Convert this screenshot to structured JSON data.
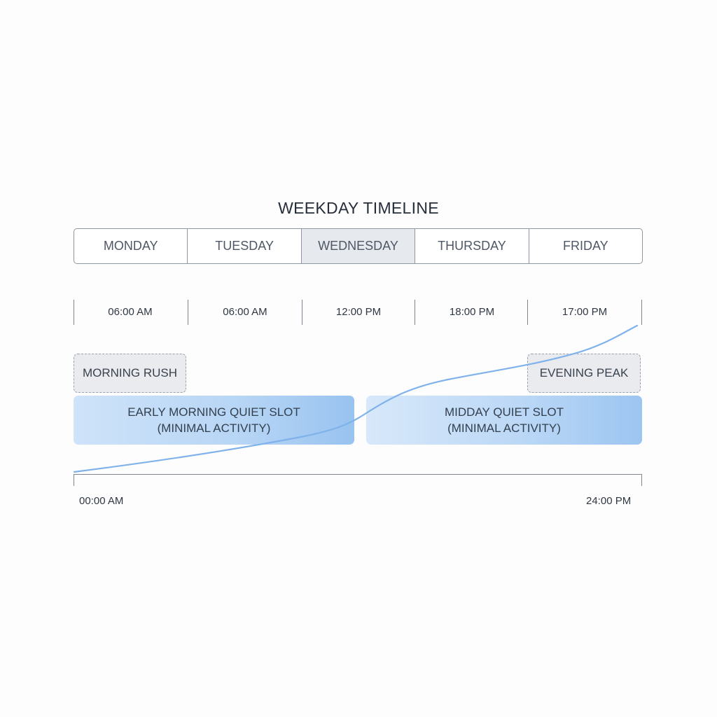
{
  "title": "WEEKDAY TIMELINE",
  "days": [
    {
      "label": "MONDAY",
      "active": false
    },
    {
      "label": "TUESDAY",
      "active": false
    },
    {
      "label": "WEDNESDAY",
      "active": true
    },
    {
      "label": "THURSDAY",
      "active": false
    },
    {
      "label": "FRIDAY",
      "active": false
    }
  ],
  "time_ticks": [
    "06:00 AM",
    "06:00 AM",
    "12:00 PM",
    "18:00 PM",
    "17:00 PM"
  ],
  "tags": {
    "morning_rush": "MORNING RUSH",
    "evening_peak": "EVENING PEAK"
  },
  "slots": {
    "early_morning": {
      "line1": "EARLY MORNING QUIET SLOT",
      "line2": "(MINIMAL ACTIVITY)"
    },
    "midday": {
      "line1": "MIDDAY QUIET SLOT",
      "line2": "(MINIMAL ACTIVITY)"
    }
  },
  "axis": {
    "start_label": "00:00 AM",
    "end_label": "24:00 PM"
  },
  "colors": {
    "curve": "#7fb2ea",
    "active_tab": "#e6e9ee",
    "slot_blue": "#b7d5f5"
  }
}
